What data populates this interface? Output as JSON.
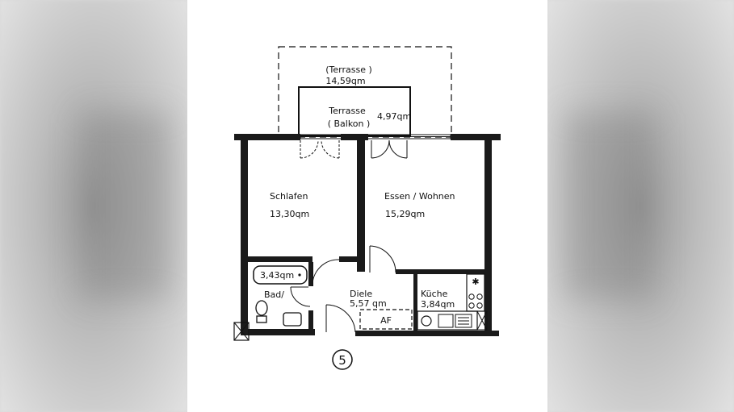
{
  "plan": {
    "rooms": {
      "terrace_outer": {
        "name": "(Terrasse )",
        "area": "14,59qm"
      },
      "terrace_balcony": {
        "name_line1": "Terrasse",
        "name_line2": "( Balkon )",
        "area": "4,97qm"
      },
      "bedroom": {
        "name": "Schlafen",
        "area": "13,30qm"
      },
      "living": {
        "name": "Essen / Wohnen",
        "area": "15,29qm"
      },
      "bath": {
        "name": "Bad/",
        "area": "3,43qm"
      },
      "hall": {
        "name": "Diele",
        "area": "5,57 qm"
      },
      "kitchen": {
        "name": "Küche",
        "area": "3,84qm"
      }
    },
    "af_label": "AF",
    "unit_number": "5"
  }
}
